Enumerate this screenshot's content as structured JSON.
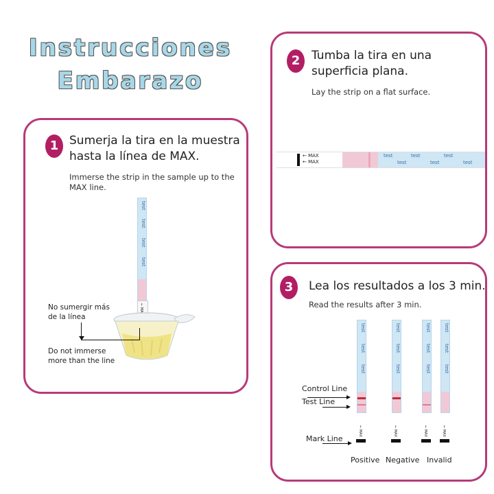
{
  "title": {
    "line1": "Instrucciones",
    "line2": "Embarazo"
  },
  "step1": {
    "number": "1",
    "heading_line1": "Sumerja la tira en la muestra",
    "heading_line2": "hasta la línea de MAX.",
    "sub_line1": "Immerse the strip in the sample up to the",
    "sub_line2": "MAX line.",
    "note_es_line1": "No sumergir más",
    "note_es_line2": "de la línea",
    "note_en_line1": "Do not immerse",
    "note_en_line2": "more than the line"
  },
  "step2": {
    "number": "2",
    "heading_line1": "Tumba la tira en una",
    "heading_line2": "superficia plana.",
    "sub": "Lay the strip on a flat surface.",
    "max1": "← MAX",
    "max2": "← MAX"
  },
  "step3": {
    "number": "3",
    "heading": "Lea los resultados a los 3 min.",
    "sub": "Read the results after 3 min.",
    "control_label": "Control Line",
    "test_label": "Test Line",
    "mark_label": "Mark Line",
    "result_labels": [
      "Positive",
      "Negative",
      "Invalid"
    ]
  },
  "strip_brand": "test",
  "strip_max": "← MAX",
  "colors": {
    "accent": "#b73a78",
    "badge": "#b21e64",
    "strip_blue": "#cfe6f5",
    "pad_pink": "#f1c9d6",
    "line_red": "#c42a3a"
  }
}
